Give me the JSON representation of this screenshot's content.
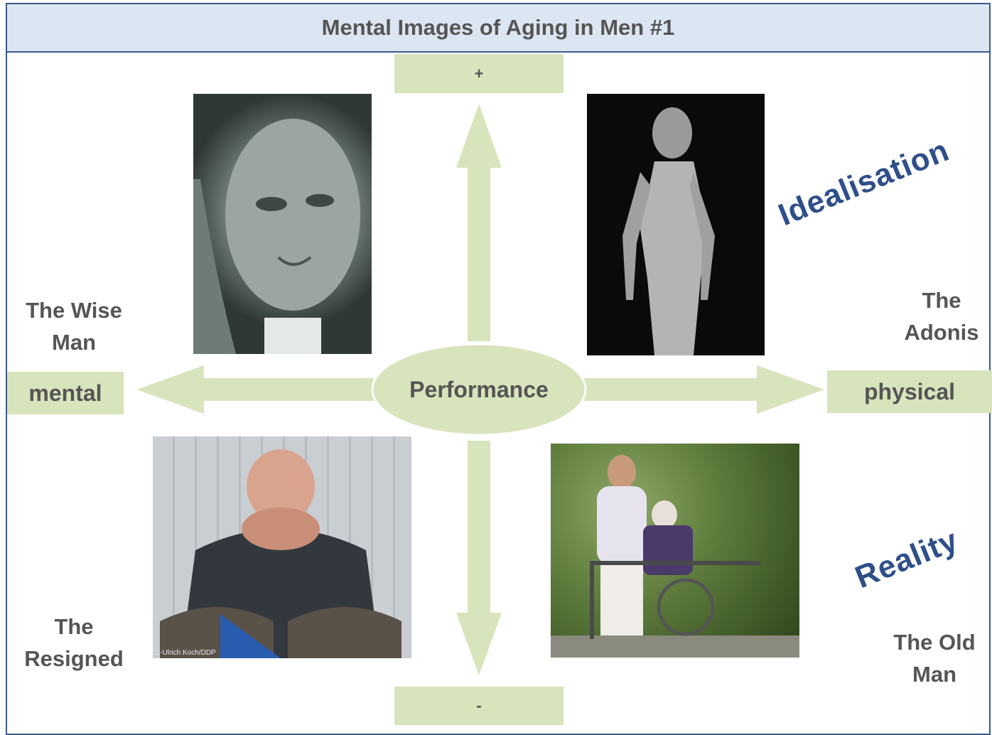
{
  "title": "Mental Images of Aging in Men #1",
  "center": "Performance",
  "axes": {
    "top": "+",
    "bottom": "-",
    "left": "mental",
    "right": "physical"
  },
  "quadrants": {
    "top_left": "The Wise Man",
    "top_right": "The Adonis",
    "bottom_left": "The Resigned",
    "bottom_right": "The Old Man"
  },
  "captions": {
    "upper": "Idealisation",
    "lower": "Reality"
  },
  "photo_credit": "...-Ulrich Koch/DDP",
  "colors": {
    "title_bg": "#dce6f2",
    "border": "#3a5a8c",
    "arrow_fill": "#d8e4bc",
    "text": "#555555",
    "caption_text": "#2f4f8a"
  }
}
